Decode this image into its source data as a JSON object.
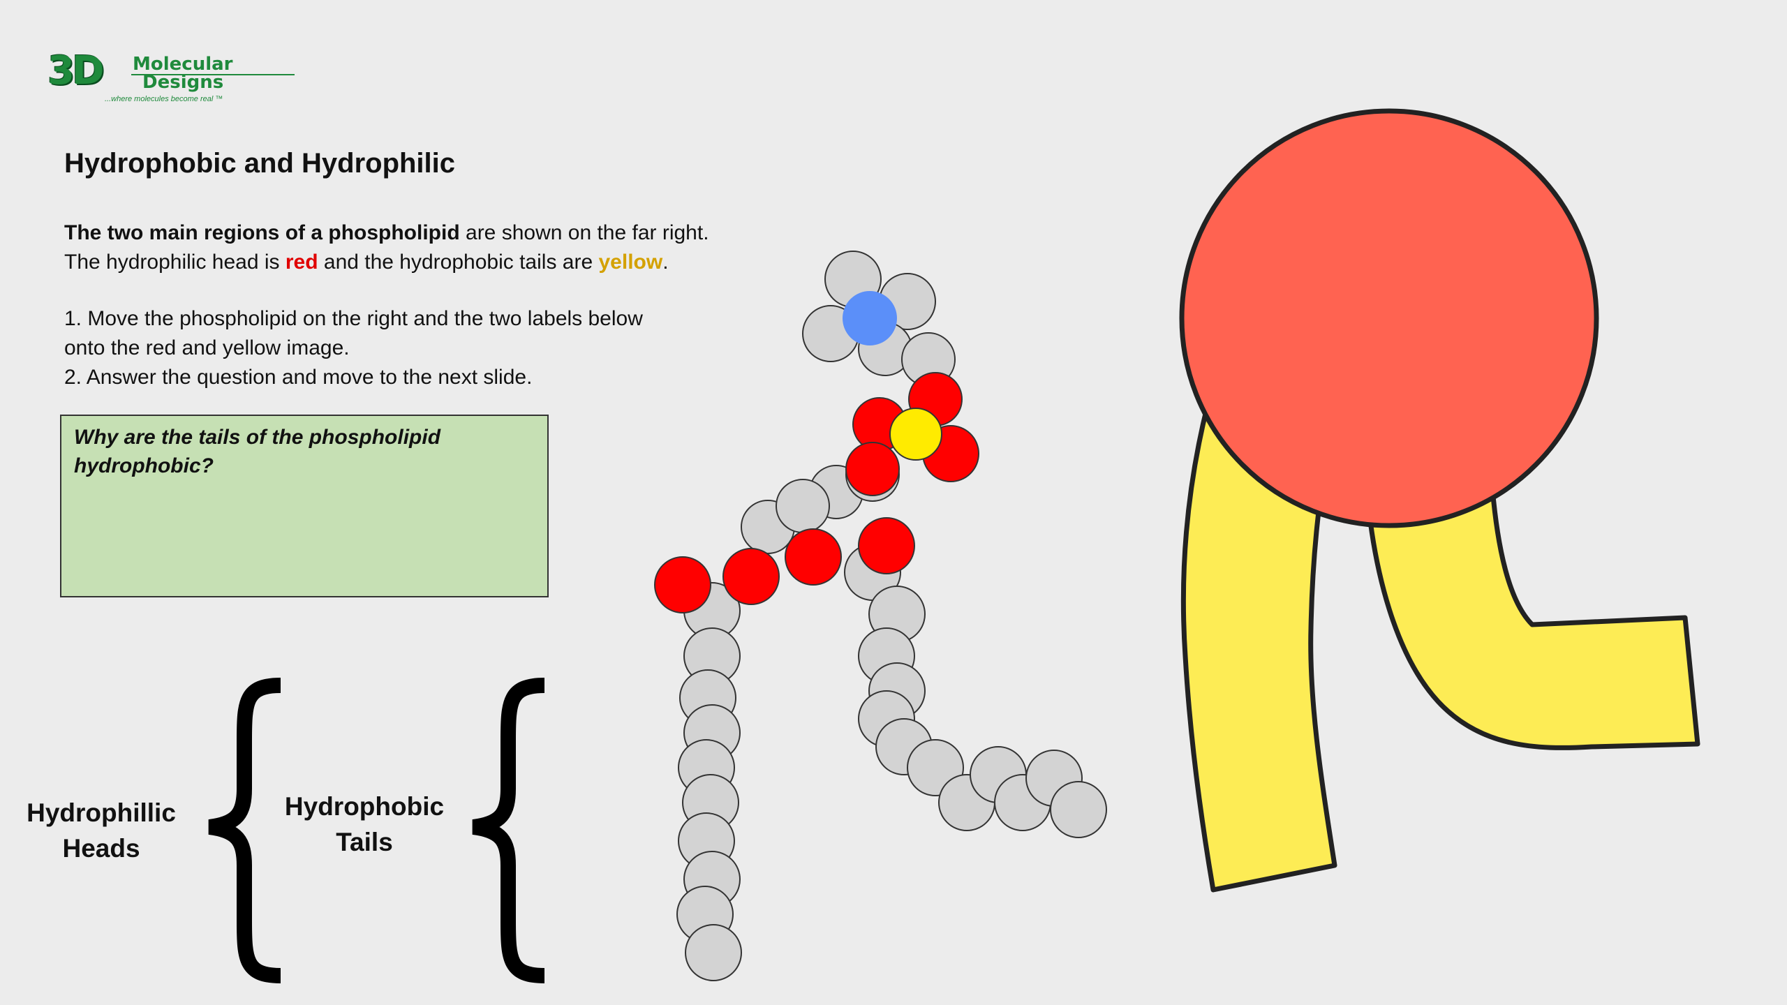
{
  "logo": {
    "mark": "3D",
    "word1": "Molecular",
    "word2": "Designs",
    "tagline": "...where molecules become real ™"
  },
  "slide": {
    "title": "Hydrophobic and Hydrophilic",
    "intro_bold": "The two main regions of a phospholipid",
    "intro_rest": " are shown on the far right.",
    "line2_a": "The hydrophilic head is ",
    "line2_red": "red",
    "line2_b": " and the hydrophobic tails are ",
    "line2_yellow": "yellow",
    "line2_c": ".",
    "step1a": "1. Move the phospholipid on the right and the two labels below",
    "step1b": "onto the red and yellow image.",
    "step2": "2. Answer the question and move to the next slide.",
    "question": "Why are the tails of the phospholipid hydrophobic?"
  },
  "labels": {
    "heads_line1": "Hydrophillic",
    "heads_line2": "Heads",
    "tails_line1": "Hydrophobic",
    "tails_line2": "Tails"
  },
  "colors": {
    "background": "#ececec",
    "answer_box": "#c6e0b4",
    "head": "#ff6351",
    "tail": "#fdec55",
    "oxygen": "#ff0000",
    "phosphorus": "#ffeb00",
    "nitrogen": "#5b8ff9",
    "carbon": "#d3d3d3"
  },
  "icons": [
    "left-brace-icon",
    "left-brace-icon"
  ]
}
